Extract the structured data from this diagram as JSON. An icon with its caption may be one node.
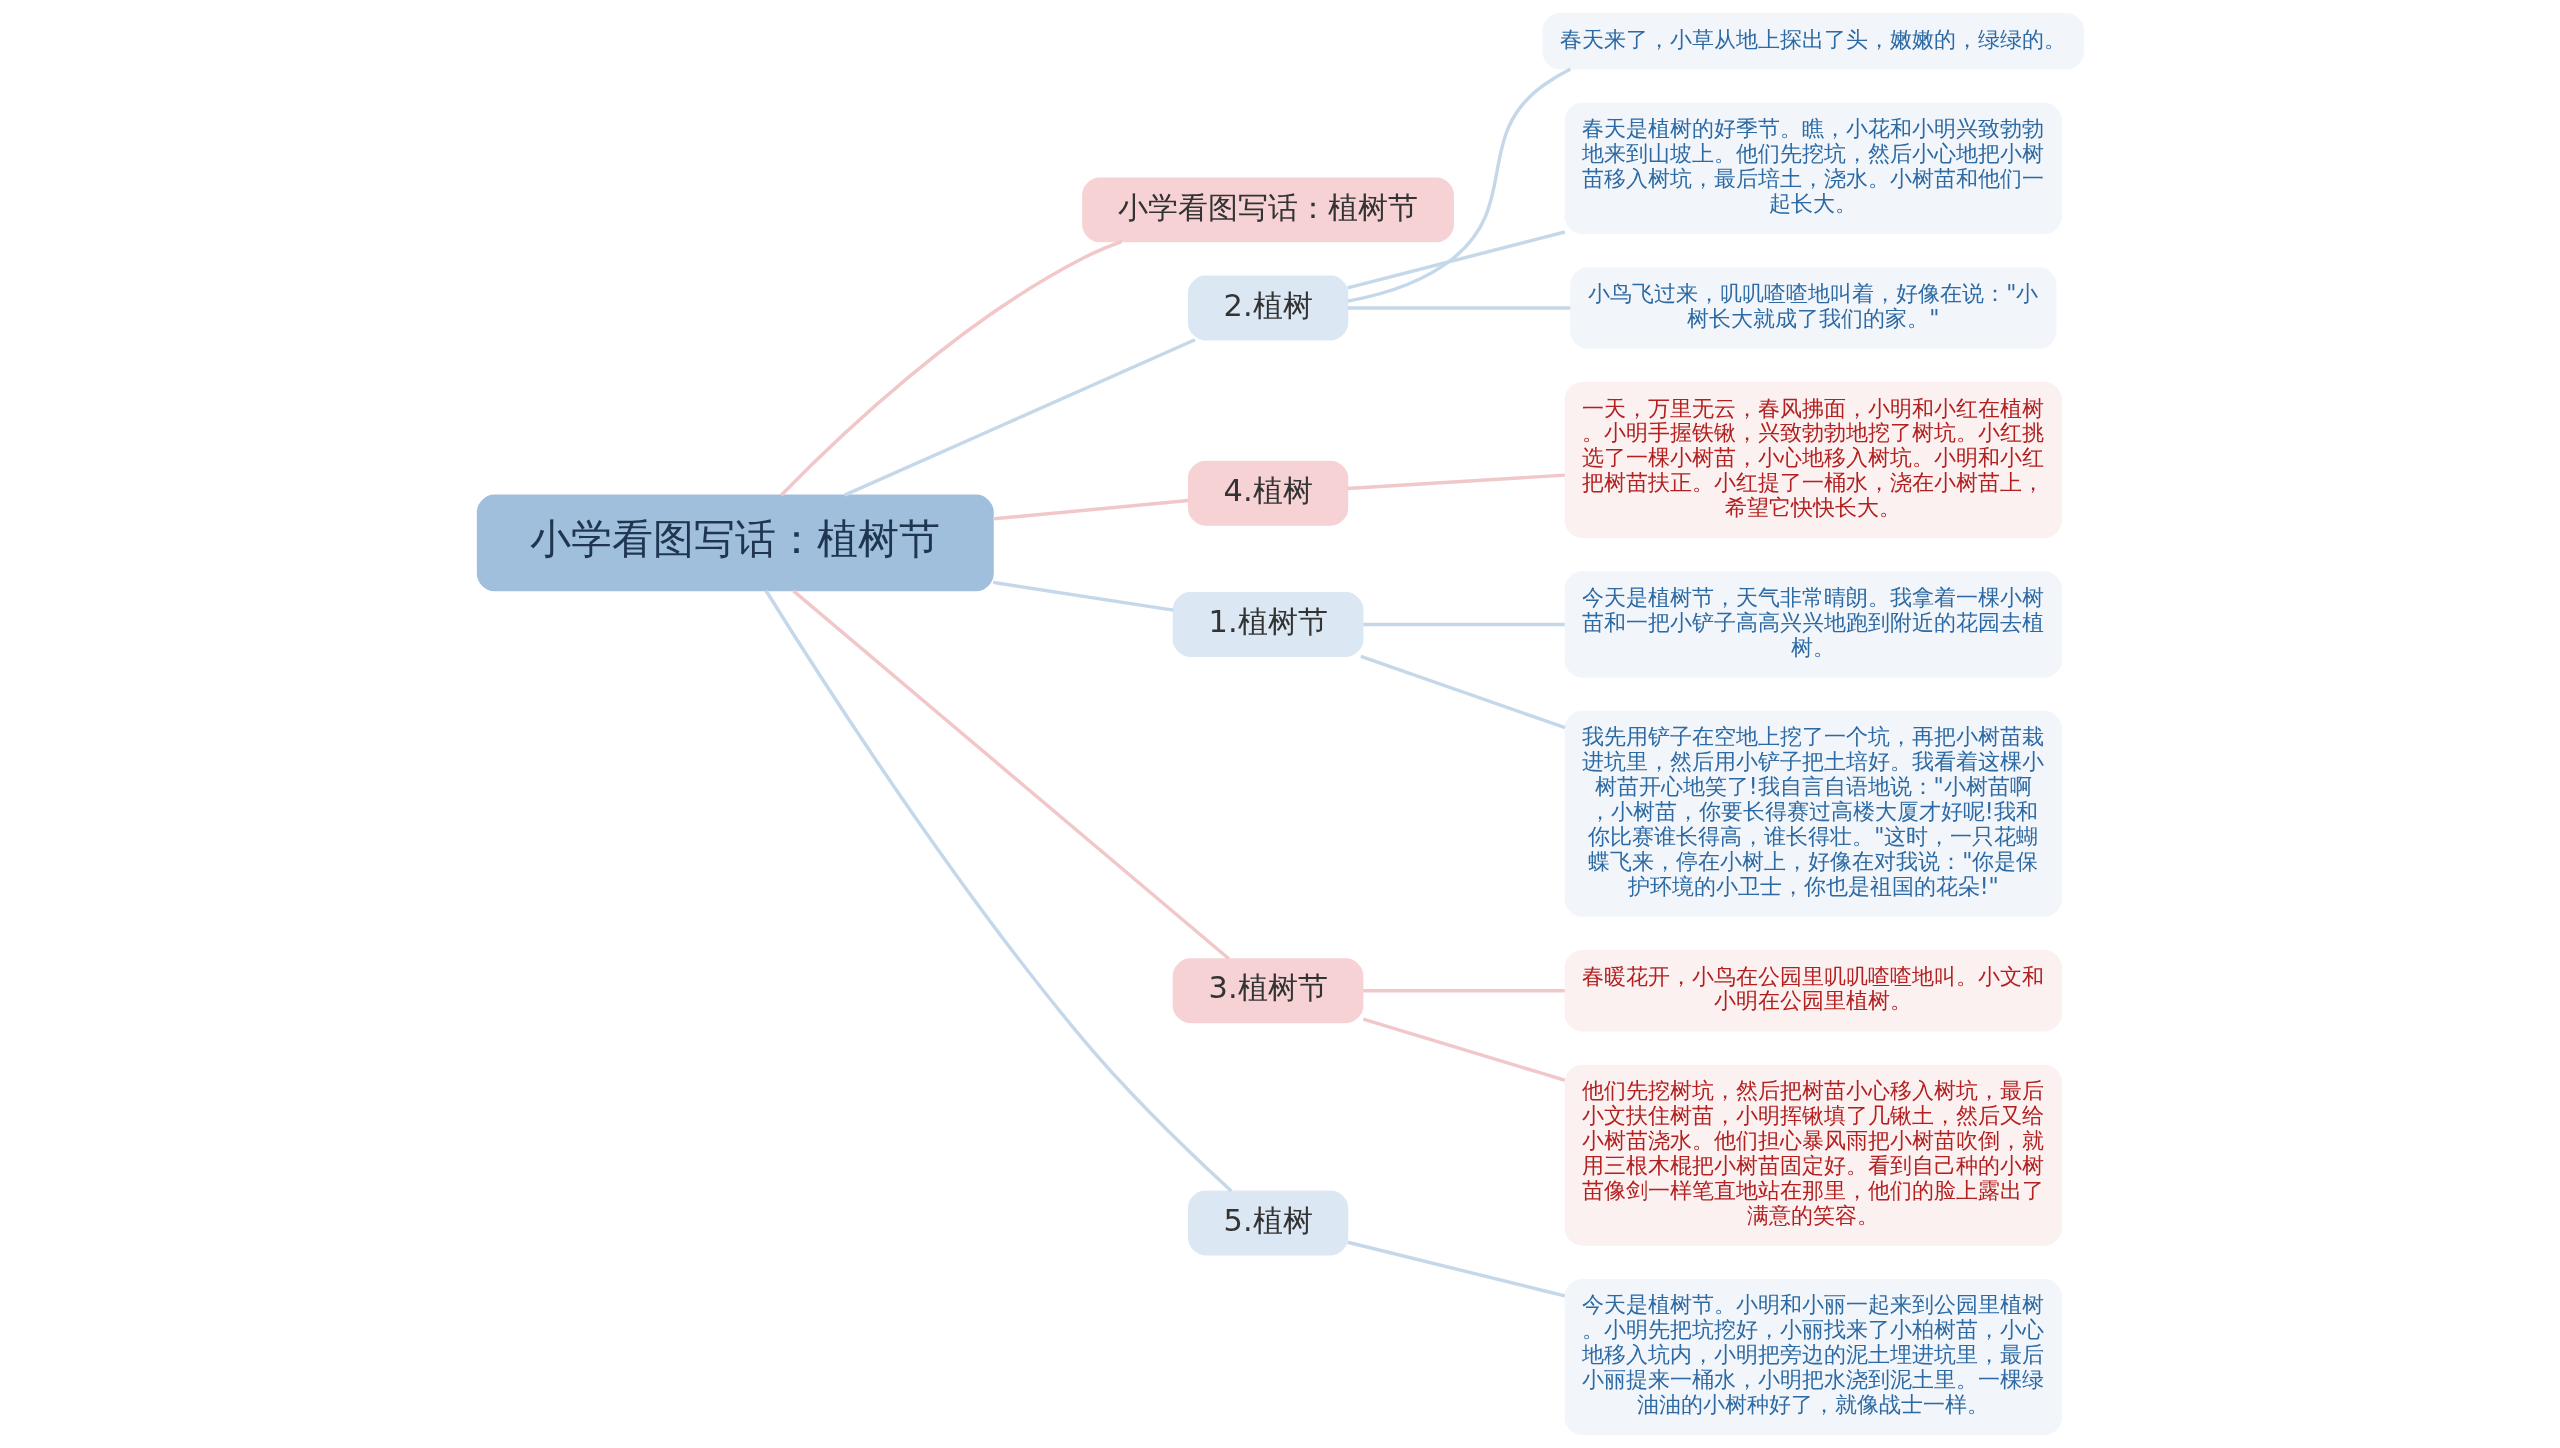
{
  "diagram": {
    "nodes": [
      {
        "text": [
          "小学看图写话：植树节"
        ]
      },
      {
        "text": [
          "小学看图写话：植树节"
        ]
      },
      {
        "text": [
          "2.植树"
        ]
      },
      {
        "text": [
          "春天来了，小草从地上探出了头，嫩嫩的，绿绿的。"
        ]
      },
      {
        "text": [
          "春天是植树的好季节。瞧，小花和小明兴致勃勃地来到山坡上。他们先挖坑，然后小心地把小树苗移入树坑，最后培土，浇水。小树苗和他们一起长大。"
        ]
      },
      {
        "text": [
          "小鸟飞过来，叽叽喳喳地叫着，好像在说：\"小树长大就成了我们的家。\""
        ]
      },
      {
        "text": [
          "4.植树"
        ]
      },
      {
        "text": [
          "一天，万里无云，春风拂面，小明和小红在植树。小明手握铁锹，兴致勃勃地挖了树坑。小红挑选了一棵小树苗，小心地移入树坑。小明和小红把树苗扶正。小红提了一桶水，浇在小树苗上，希望它快快长大。"
        ]
      },
      {
        "text": [
          "1.植树节"
        ]
      },
      {
        "text": [
          "今天是植树节，天气非常晴朗。我拿着一棵小树苗和一把小铲子高高兴兴地跑到附近的花园去植树。"
        ]
      },
      {
        "text": [
          "我先用铲子在空地上挖了一个坑，再把小树苗栽进坑里，然后用小铲子把土培好。我看着这棵小树苗开心地笑了!我自言自语地说：\"小树苗啊，小树苗，你要长得赛过高楼大厦才好呢!我和你比赛谁长得高，谁长得壮。\"这时，一只花蝴蝶飞来，停在小树上，好像在对我说：\"你是保护环境的小卫士，你也是祖国的花朵!\""
        ]
      },
      {
        "text": [
          "3.植树节"
        ]
      },
      {
        "text": [
          "春暖花开，小鸟在公园里叽叽喳喳地叫。小文和小明在公园里植树。"
        ]
      },
      {
        "text": [
          "他们先挖树坑，然后把树苗小心移入树坑，最后小文扶住树苗，小明挥锹填了几锹土，然后又给小树苗浇水。他们担心暴风雨把小树苗吹倒，就用三根木棍把小树苗固定好。看到自己种的小树苗像剑一样笔直地站在那里，他们的脸上露出了满意的笑容。"
        ]
      },
      {
        "text": [
          "5.植树"
        ]
      },
      {
        "text": [
          "今天是植树节。小明和小丽一起来到公园里植树。小明先把坑挖好，小丽找来了小柏树苗，小心地移入坑内，小明把旁边的泥土埋进坑里，最后小丽提来一桶水，小明把水浇到泥土里。一棵绿油油的小树种好了，就像战士一样。"
        ]
      }
    ],
    "edges": [
      {
        "from": 0,
        "to": 1,
        "arrow": "none",
        "color": "#f1c7c9"
      },
      {
        "from": 0,
        "to": 2,
        "arrow": "none"
      },
      {
        "from": 2,
        "to": 3,
        "arrow": "none"
      },
      {
        "from": 2,
        "to": 4,
        "arrow": "none"
      },
      {
        "from": 2,
        "to": 5,
        "arrow": "none"
      },
      {
        "from": 0,
        "to": 6,
        "arrow": "none",
        "color": "#f1c7c9"
      },
      {
        "from": 6,
        "to": 7,
        "arrow": "none",
        "color": "#f1c7c9"
      },
      {
        "from": 0,
        "to": 8,
        "arrow": "none"
      },
      {
        "from": 8,
        "to": 9,
        "arrow": "none"
      },
      {
        "from": 8,
        "to": 10,
        "arrow": "none"
      },
      {
        "from": 0,
        "to": 11,
        "arrow": "none",
        "color": "#f1c7c9"
      },
      {
        "from": 11,
        "to": 12,
        "arrow": "none",
        "color": "#f1c7c9"
      },
      {
        "from": 11,
        "to": 13,
        "arrow": "none",
        "color": "#f1c7c9"
      },
      {
        "from": 0,
        "to": 14,
        "arrow": "none"
      },
      {
        "from": 14,
        "to": 15,
        "arrow": "none"
      }
    ]
  }
}
